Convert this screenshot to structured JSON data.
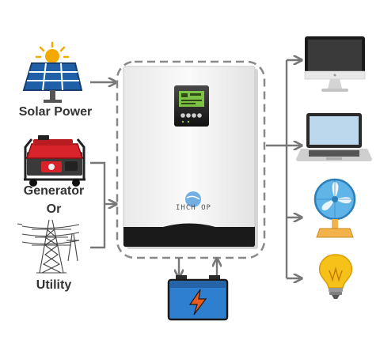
{
  "inputs": {
    "solar_label": "Solar Power",
    "generator_label": "Generator",
    "or_label": "Or",
    "utility_label": "Utility"
  },
  "inverter": {
    "brand_text": "IHCH OP"
  },
  "icons": {
    "solar": "solar-panel-icon",
    "generator": "generator-icon",
    "utility": "power-pylon-icon",
    "inverter": "inverter-icon",
    "battery": "battery-icon",
    "monitor": "monitor-icon",
    "laptop": "laptop-icon",
    "fan": "fan-icon",
    "bulb": "light-bulb-icon"
  },
  "colors": {
    "arrow": "#777777",
    "dashed_border": "#888888",
    "solar_blue": "#1f5fa8",
    "sun_yellow": "#f2a900",
    "generator_red": "#d8232a",
    "battery_blue": "#2f7fd0",
    "bolt_orange": "#e85b1a",
    "lcd_green": "#7dc242",
    "fan_blue": "#5fb4e8",
    "fan_base": "#f3b34a",
    "bulb_yellow": "#f6c21a"
  }
}
